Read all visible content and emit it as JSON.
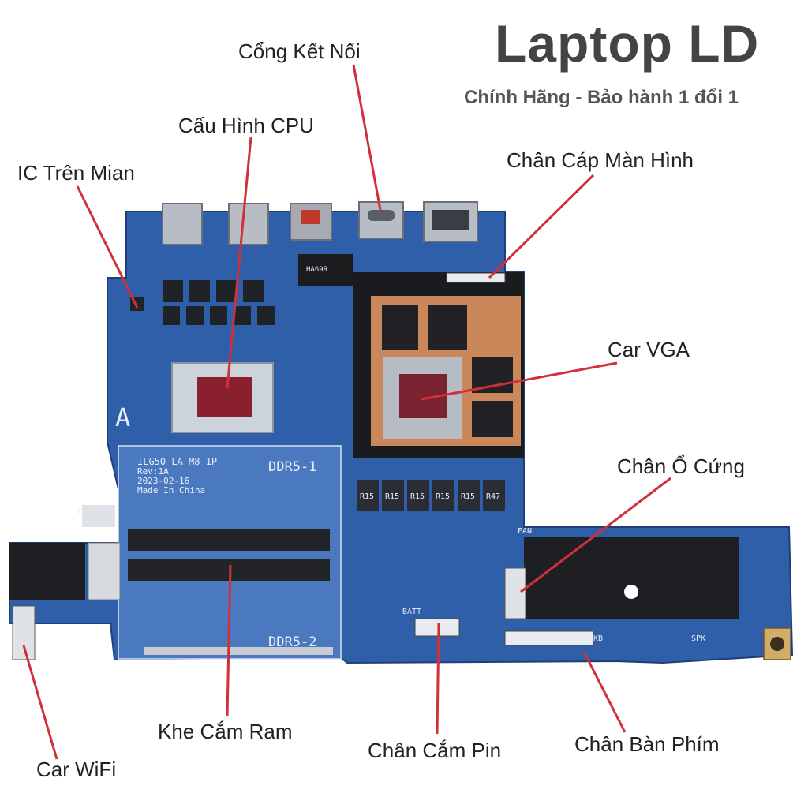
{
  "brand": {
    "title": "Laptop LD",
    "subtitle": "Chính Hãng - Bảo hành 1 đổi 1"
  },
  "labels": {
    "connector_ports": "Cổng Kết Nối",
    "cpu": "Cấu Hình CPU",
    "ic_mian": "IC Trên Mian",
    "display_cable": "Chân Cáp Màn Hình",
    "vga": "Car VGA",
    "ssd": "Chân Ổ Cứng",
    "ram_slot": "Khe Cắm Ram",
    "battery": "Chân Cắm Pin",
    "keyboard": "Chân Bàn Phím",
    "wifi": "Car WiFi"
  },
  "silkscreen": {
    "model": "ILG50 LA-M8 1P",
    "rev": "Rev:1A",
    "date": "2023-02-16",
    "made": "Made In China",
    "ddr1": "DDR5-1",
    "ddr2": "DDR5-2",
    "corner": "A",
    "fan": "FAN",
    "fan2": "FAN",
    "batt": "BATT",
    "spk": "SPK",
    "kb": "KB",
    "chip": "HA69R",
    "inductors": [
      "R15",
      "R15",
      "R15",
      "R15",
      "R15",
      "R47"
    ]
  },
  "colors": {
    "pcb": "#2f5fa8",
    "leader": "#d0303a",
    "copper": "#c9875a"
  }
}
